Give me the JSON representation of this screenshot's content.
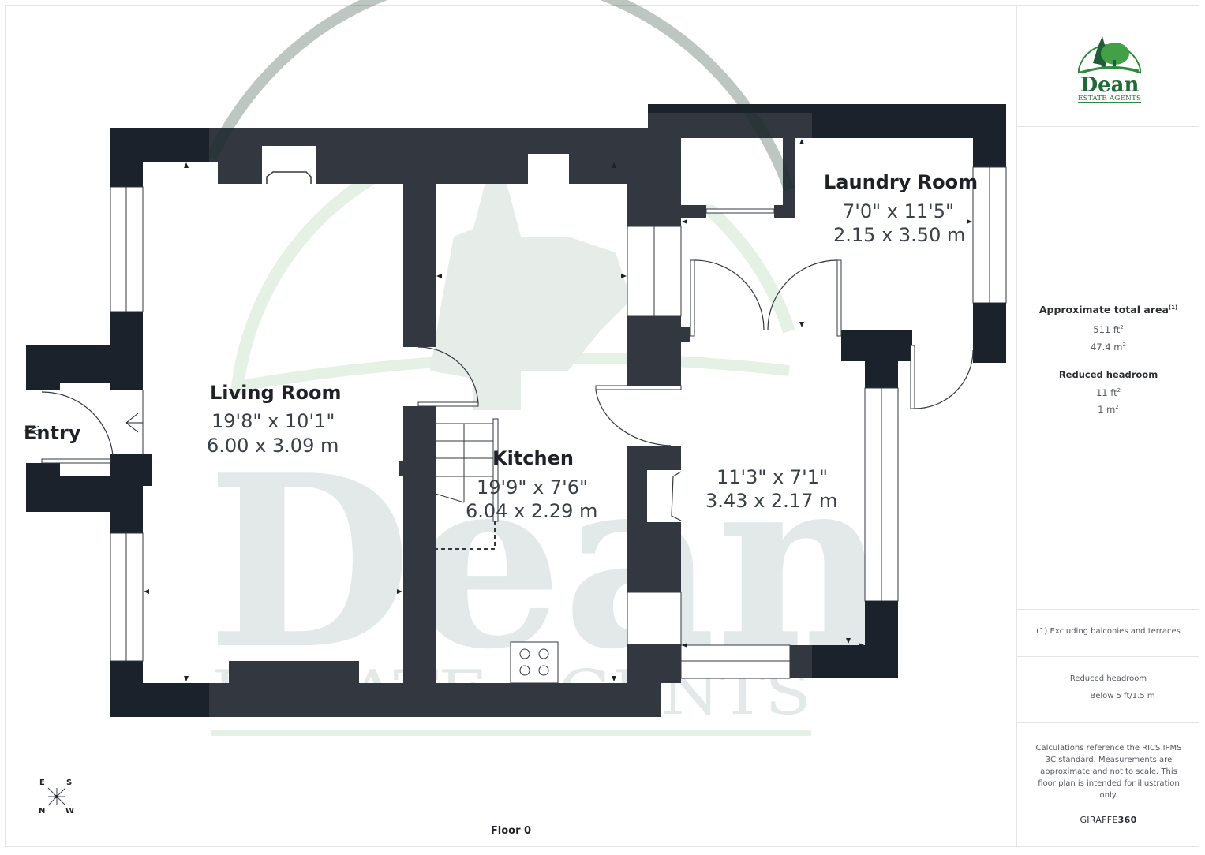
{
  "brand": {
    "logo_name": "Dean",
    "logo_sub": "ESTATE AGENTS",
    "watermark_name": "Dean",
    "watermark_sub": "ESTATE AGENTS",
    "colors": {
      "logo_green": "#1f6b35",
      "logo_light_green": "#4caf50",
      "wall_dark": "#1c222b",
      "wall_mid": "#323740",
      "watermark_green": "#e4f1e4",
      "watermark_grey": "#e2e9e8"
    }
  },
  "floor": {
    "label": "Floor 0"
  },
  "rooms": [
    {
      "name": "Living Room",
      "imperial": "19'8\" x 10'1\"",
      "metric": "6.00 x 3.09 m"
    },
    {
      "name": "Kitchen",
      "imperial": "19'9\" x 7'6\"",
      "metric": "6.04 x 2.29 m"
    },
    {
      "name": "Laundry Room",
      "imperial": "7'0\" x 11'5\"",
      "metric": "2.15 x 3.50 m"
    },
    {
      "name": "",
      "imperial": "11'3\" x 7'1\"",
      "metric": "3.43 x 2.17 m"
    },
    {
      "name": "Entry",
      "imperial": "",
      "metric": ""
    }
  ],
  "compass": {
    "top_left": "E",
    "top_right": "S",
    "bottom_left": "N",
    "bottom_right": "W"
  },
  "sidebar": {
    "total_area": {
      "title": "Approximate total area",
      "footnote_mark": "(1)",
      "sqft": "511 ft",
      "sqm": "47.4 m",
      "unit_sup": "2"
    },
    "reduced_headroom": {
      "title": "Reduced headroom",
      "sqft": "11 ft",
      "sqm": "1 m",
      "unit_sup": "2"
    },
    "footnote": "(1) Excluding balconies and terraces",
    "legend": {
      "title": "Reduced headroom",
      "item": "Below 5 ft/1.5 m"
    },
    "disclaimer": "Calculations reference the RICS IPMS 3C standard. Measurements are approximate and not to scale. This floor plan is intended for illustration only.",
    "provider_prefix": "GIRAFFE",
    "provider_suffix": "360"
  }
}
